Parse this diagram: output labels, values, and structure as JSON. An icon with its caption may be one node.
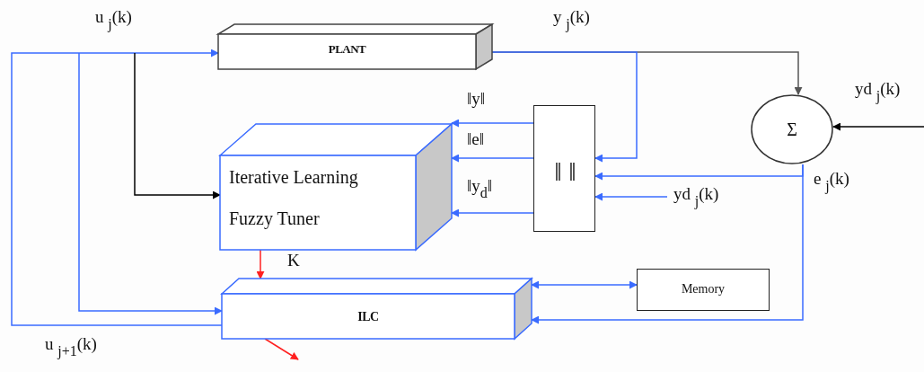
{
  "diagram": {
    "nodes": [
      {
        "text": [
          "PLANT"
        ]
      },
      {
        "text": [
          "Iterative Learning Fuzzy Tuner"
        ]
      },
      {
        "text": [
          "‖ ‖"
        ]
      },
      {
        "text": [
          "Σ"
        ]
      },
      {
        "text": [
          "ILC"
        ]
      },
      {
        "text": [
          "Memory"
        ]
      }
    ],
    "edges": [
      {
        "from": 4,
        "to": 0,
        "arrow": "to",
        "label": "u $_{j}$(k)"
      },
      {
        "from": null,
        "to": 1,
        "arrow": "to",
        "color": "#000000"
      },
      {
        "from": null,
        "to": 4,
        "arrow": "to"
      },
      {
        "from": 0,
        "to": 3,
        "arrow": "to",
        "label": "y $_{j}$(k)",
        "color": "#555555"
      },
      {
        "from": 0,
        "to": 2,
        "arrow": "to"
      },
      {
        "from": null,
        "to": 3,
        "arrow": "to",
        "label": "yd $_{j}$(k)",
        "color": "#000000"
      },
      {
        "from": 3,
        "to": 2,
        "arrow": "to",
        "label": "e $_{j}$(k)"
      },
      {
        "from": 3,
        "to": 4,
        "arrow": "to"
      },
      {
        "from": null,
        "to": 2,
        "arrow": "to",
        "label": "yd $_{j}$(k)"
      },
      {
        "from": 2,
        "to": 1,
        "arrow": "to",
        "label": "‖y‖"
      },
      {
        "from": 2,
        "to": 1,
        "arrow": "to",
        "label": "‖e‖"
      },
      {
        "from": 2,
        "to": 1,
        "arrow": "to",
        "label": "‖y$_{d}$‖"
      },
      {
        "from": 1,
        "to": 4,
        "arrow": "to",
        "label": "K",
        "color": "#ff2020"
      },
      {
        "from": 4,
        "to": 5,
        "arrow": "both"
      },
      {
        "from": 4,
        "to": null,
        "arrow": "to",
        "color": "#ff2020"
      }
    ],
    "labels": [
      "u $_{j+1}$(k)"
    ]
  }
}
